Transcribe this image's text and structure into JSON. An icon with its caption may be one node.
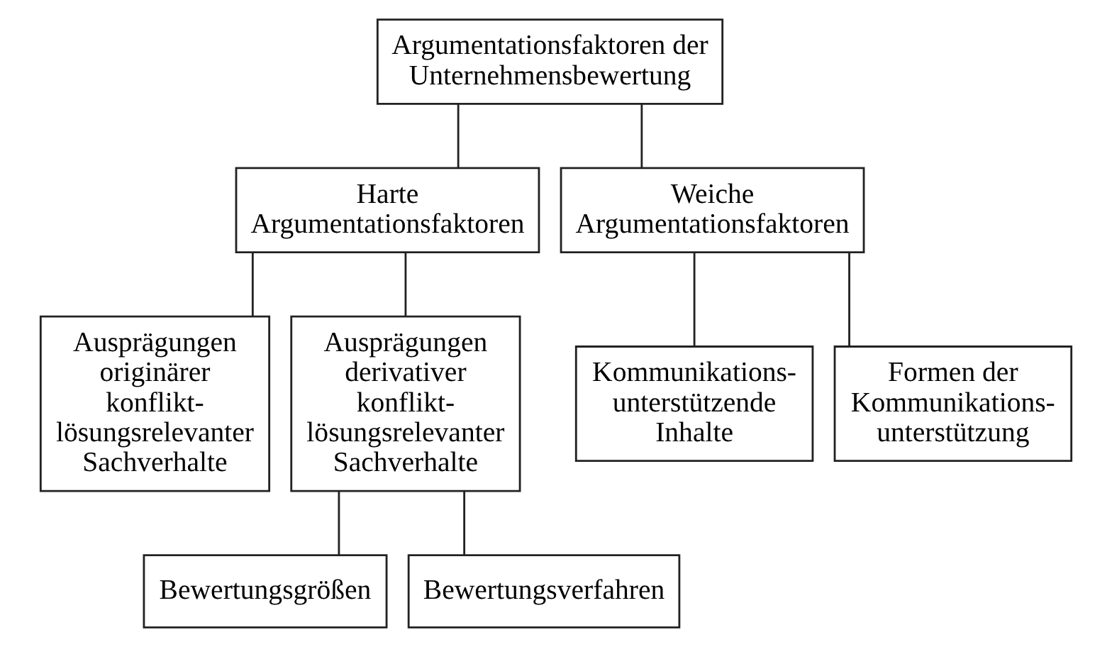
{
  "diagram": {
    "nodes": [
      {
        "text": [
          "Argumentationsfaktoren der Unternehmensbewertung"
        ]
      },
      {
        "text": [
          "Harte Argumentationsfaktoren"
        ]
      },
      {
        "text": [
          "Weiche Argumentationsfaktoren"
        ]
      },
      {
        "text": [
          "Ausprägungen originärer konflikt- lösungsrelevanter Sachverhalte"
        ]
      },
      {
        "text": [
          "Ausprägungen derivativer konflikt- lösungsrelevanter Sachverhalte"
        ]
      },
      {
        "text": [
          "Kommunikations- unterstützende Inhalte"
        ]
      },
      {
        "text": [
          "Formen der Kommunikations- unterstützung"
        ]
      },
      {
        "text": [
          "Bewertungsgrößen"
        ]
      },
      {
        "text": [
          "Bewertungsverfahren"
        ]
      }
    ],
    "edges": [
      {
        "from": 0,
        "to": 1,
        "arrow": "none"
      },
      {
        "from": 0,
        "to": 2,
        "arrow": "none"
      },
      {
        "from": 1,
        "to": 3,
        "arrow": "none"
      },
      {
        "from": 1,
        "to": 4,
        "arrow": "none"
      },
      {
        "from": 2,
        "to": 5,
        "arrow": "none"
      },
      {
        "from": 2,
        "to": 6,
        "arrow": "none"
      },
      {
        "from": 4,
        "to": 7,
        "arrow": "none"
      },
      {
        "from": 4,
        "to": 8,
        "arrow": "none"
      }
    ]
  }
}
